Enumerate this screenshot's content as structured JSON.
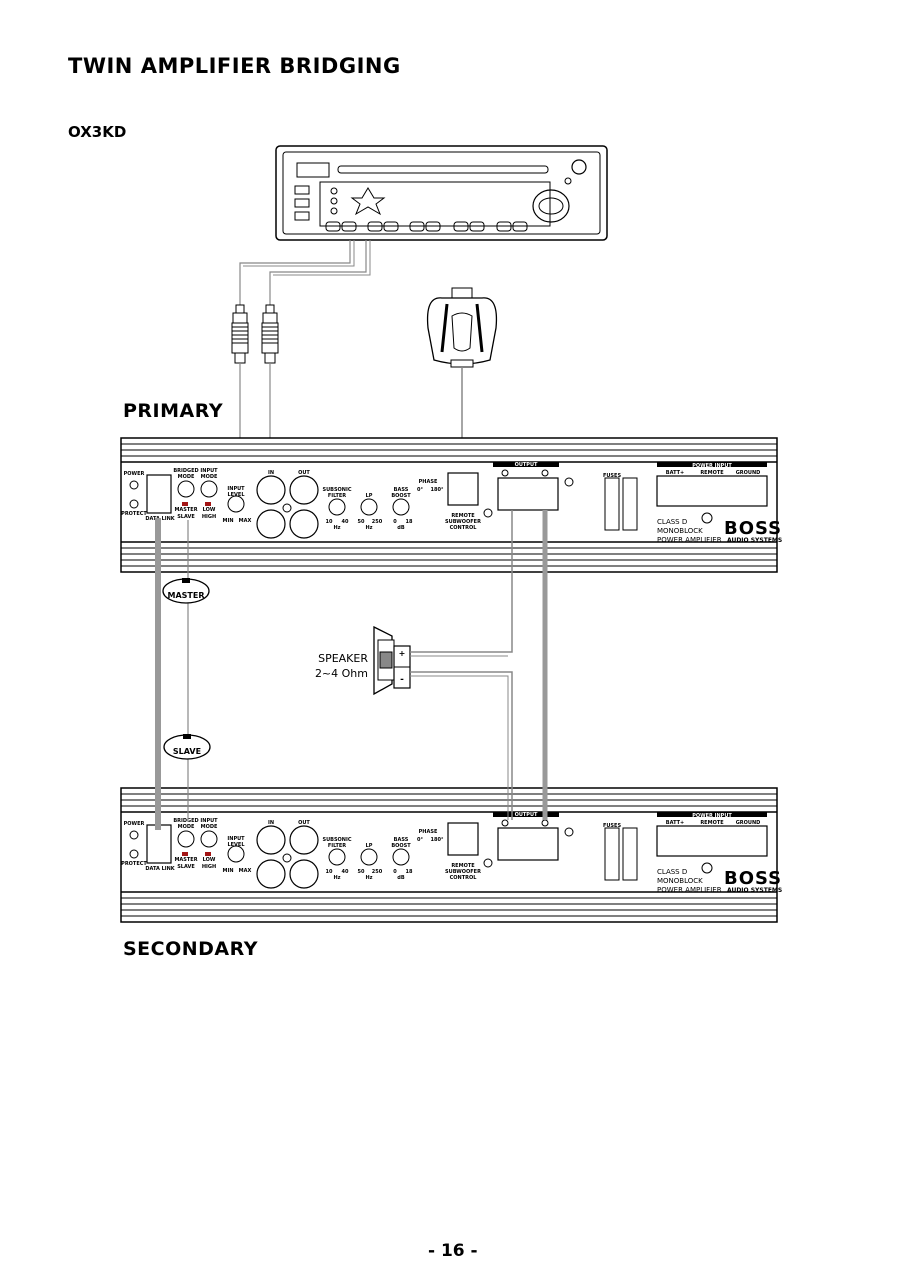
{
  "page": {
    "title": "TWIN AMPLIFIER BRIDGING",
    "model": "OX3KD",
    "page_number": "- 16 -"
  },
  "labels": {
    "primary": "PRIMARY",
    "secondary": "SECONDARY",
    "master_badge": "MASTER",
    "slave_badge": "SLAVE",
    "speaker_line1": "SPEAKER",
    "speaker_line2": "2~4 Ohm",
    "plus": "+",
    "minus": "-"
  },
  "amp_panel": {
    "power": "POWER",
    "protect": "PROTECT",
    "datalink": "DATA LINK",
    "bridged_mode_1": "BRIDGED",
    "bridged_mode_2": "MODE",
    "input_mode_1": "INPUT",
    "input_mode_2": "MODE",
    "master": "MASTER",
    "slave": "SLAVE",
    "low": "LOW",
    "high": "HIGH",
    "input_level_1": "INPUT",
    "input_level_2": "LEVEL",
    "min": "MIN",
    "max": "MAX",
    "in": "IN",
    "out": "OUT",
    "subsonic_1": "SUBSONIC",
    "subsonic_2": "FILTER",
    "sub_lo": "10",
    "sub_hi": "40",
    "hz": "Hz",
    "lp": "LP",
    "lp_lo": "50",
    "lp_hi": "250",
    "bass_boost_1": "BASS",
    "bass_boost_2": "BOOST",
    "bb_lo": "0",
    "bb_hi": "18",
    "db": "dB",
    "phase": "PHASE",
    "phase_0": "0°",
    "phase_180": "180°",
    "remote_sub_1": "REMOTE",
    "remote_sub_2": "SUBWOOFER",
    "remote_sub_3": "CONTROL",
    "output": "OUTPUT",
    "fuses": "FUSES",
    "power_input": "POWER INPUT",
    "batt": "BATT+",
    "remote": "REMOTE",
    "ground": "GROUND",
    "class_d": "CLASS D",
    "monoblock": "MONOBLOCK",
    "power_amplifier": "POWER AMPLIFIER",
    "brand": "BOSS",
    "brand_sub": "AUDIO SYSTEMS"
  }
}
